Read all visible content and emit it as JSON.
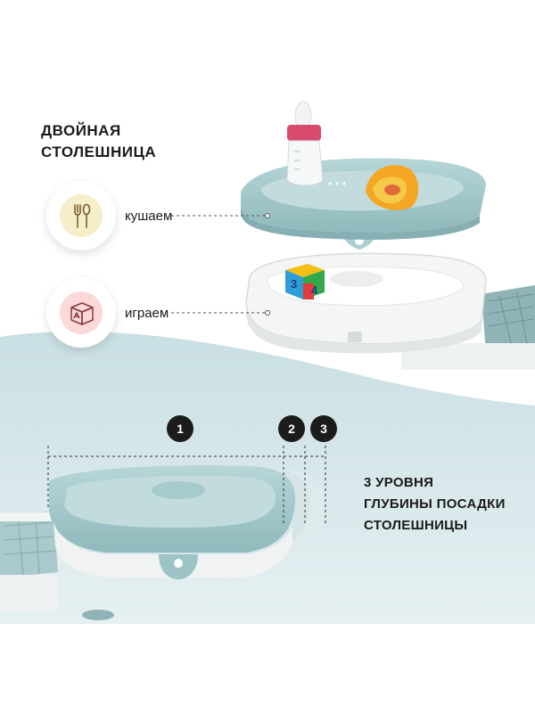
{
  "heading": {
    "line1": "ДВОЙНАЯ",
    "line2": "СТОЛЕШНИЦА"
  },
  "features": [
    {
      "label": "кушаем",
      "icon": "fork-spoon-icon",
      "accent": "#f6eec9"
    },
    {
      "label": "играем",
      "icon": "toy-cube-icon",
      "accent": "#fbd9d9"
    }
  ],
  "levels": {
    "badges": [
      "1",
      "2",
      "3"
    ]
  },
  "levels_caption": {
    "line1": "3 УРОВНЯ",
    "line2": "ГЛУБИНЫ ПОСАДКИ",
    "line3": "СТОЛЕШНИЦЫ"
  },
  "colors": {
    "tray_blue": "#a6cbcd",
    "background_blue": "#dbe9ec",
    "badge": "#1c1c1c"
  }
}
